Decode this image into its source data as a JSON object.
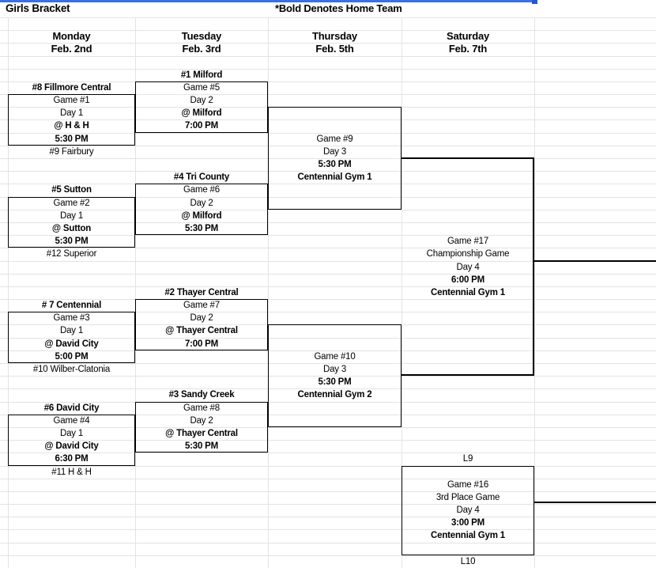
{
  "sheet": {
    "title": "Girls Bracket",
    "note": "*Bold Denotes Home Team"
  },
  "colors": {
    "page_break_blue": "#3e6de4",
    "gridline": "#e3e3e3",
    "bracket_border": "#000000"
  },
  "columns": [
    {
      "day": "Monday",
      "date": "Feb. 2nd"
    },
    {
      "day": "Tuesday",
      "date": "Feb. 3rd"
    },
    {
      "day": "Thursday",
      "date": "Feb. 5th"
    },
    {
      "day": "Saturday",
      "date": "Feb. 7th"
    }
  ],
  "cells": [
    {
      "c": 1,
      "r": 7,
      "t": "#8 Fillmore Central",
      "b": true
    },
    {
      "c": 1,
      "r": 8,
      "t": "Game #1",
      "b": false
    },
    {
      "c": 1,
      "r": 9,
      "t": "Day 1",
      "b": false
    },
    {
      "c": 1,
      "r": 10,
      "t": "@ H & H",
      "b": true
    },
    {
      "c": 1,
      "r": 11,
      "t": "5:30 PM",
      "b": true
    },
    {
      "c": 1,
      "r": 12,
      "t": "#9 Fairbury",
      "b": false
    },
    {
      "c": 1,
      "r": 15,
      "t": "#5 Sutton",
      "b": true
    },
    {
      "c": 1,
      "r": 16,
      "t": "Game #2",
      "b": false
    },
    {
      "c": 1,
      "r": 17,
      "t": "Day 1",
      "b": false
    },
    {
      "c": 1,
      "r": 18,
      "t": "@ Sutton",
      "b": true
    },
    {
      "c": 1,
      "r": 19,
      "t": "5:30 PM",
      "b": true
    },
    {
      "c": 1,
      "r": 20,
      "t": "#12 Superior",
      "b": false
    },
    {
      "c": 1,
      "r": 24,
      "t": "# 7 Centennial",
      "b": true
    },
    {
      "c": 1,
      "r": 25,
      "t": "Game #3",
      "b": false
    },
    {
      "c": 1,
      "r": 26,
      "t": "Day 1",
      "b": false
    },
    {
      "c": 1,
      "r": 27,
      "t": "@ David City",
      "b": true
    },
    {
      "c": 1,
      "r": 28,
      "t": "5:00 PM",
      "b": true
    },
    {
      "c": 1,
      "r": 29,
      "t": "#10 Wilber-Clatonia",
      "b": false
    },
    {
      "c": 1,
      "r": 32,
      "t": "#6 David City",
      "b": true
    },
    {
      "c": 1,
      "r": 33,
      "t": "Game #4",
      "b": false
    },
    {
      "c": 1,
      "r": 34,
      "t": "Day 1",
      "b": false
    },
    {
      "c": 1,
      "r": 35,
      "t": "@ David City",
      "b": true
    },
    {
      "c": 1,
      "r": 36,
      "t": "6:30 PM",
      "b": true
    },
    {
      "c": 1,
      "r": 37,
      "t": "#11 H & H",
      "b": false
    },
    {
      "c": 2,
      "r": 6,
      "t": "#1 Milford",
      "b": true
    },
    {
      "c": 2,
      "r": 7,
      "t": "Game #5",
      "b": false
    },
    {
      "c": 2,
      "r": 8,
      "t": "Day 2",
      "b": false
    },
    {
      "c": 2,
      "r": 9,
      "t": "@ Milford",
      "b": true
    },
    {
      "c": 2,
      "r": 10,
      "t": "7:00 PM",
      "b": true
    },
    {
      "c": 2,
      "r": 14,
      "t": "#4 Tri County",
      "b": true
    },
    {
      "c": 2,
      "r": 15,
      "t": "Game #6",
      "b": false
    },
    {
      "c": 2,
      "r": 16,
      "t": "Day 2",
      "b": false
    },
    {
      "c": 2,
      "r": 17,
      "t": "@ Milford",
      "b": true
    },
    {
      "c": 2,
      "r": 18,
      "t": "5:30 PM",
      "b": true
    },
    {
      "c": 2,
      "r": 23,
      "t": "#2 Thayer Central",
      "b": true
    },
    {
      "c": 2,
      "r": 24,
      "t": "Game #7",
      "b": false
    },
    {
      "c": 2,
      "r": 25,
      "t": "Day 2",
      "b": false
    },
    {
      "c": 2,
      "r": 26,
      "t": "@ Thayer Central",
      "b": true
    },
    {
      "c": 2,
      "r": 27,
      "t": "7:00 PM",
      "b": true
    },
    {
      "c": 2,
      "r": 31,
      "t": "#3 Sandy Creek",
      "b": true
    },
    {
      "c": 2,
      "r": 32,
      "t": "Game #8",
      "b": false
    },
    {
      "c": 2,
      "r": 33,
      "t": "Day 2",
      "b": false
    },
    {
      "c": 2,
      "r": 34,
      "t": "@ Thayer Central",
      "b": true
    },
    {
      "c": 2,
      "r": 35,
      "t": "5:30 PM",
      "b": true
    },
    {
      "c": 3,
      "r": 11,
      "t": "Game #9",
      "b": false
    },
    {
      "c": 3,
      "r": 12,
      "t": "Day 3",
      "b": false
    },
    {
      "c": 3,
      "r": 13,
      "t": "5:30 PM",
      "b": true
    },
    {
      "c": 3,
      "r": 14,
      "t": "Centennial Gym 1",
      "b": true
    },
    {
      "c": 3,
      "r": 28,
      "t": "Game #10",
      "b": false
    },
    {
      "c": 3,
      "r": 29,
      "t": "Day 3",
      "b": false
    },
    {
      "c": 3,
      "r": 30,
      "t": "5:30 PM",
      "b": true
    },
    {
      "c": 3,
      "r": 31,
      "t": "Centennial Gym 2",
      "b": true
    },
    {
      "c": 4,
      "r": 19,
      "t": "Game #17",
      "b": false
    },
    {
      "c": 4,
      "r": 20,
      "t": "Championship Game",
      "b": false
    },
    {
      "c": 4,
      "r": 21,
      "t": "Day 4",
      "b": false
    },
    {
      "c": 4,
      "r": 22,
      "t": "6:00 PM",
      "b": true
    },
    {
      "c": 4,
      "r": 23,
      "t": "Centennial Gym 1",
      "b": true
    },
    {
      "c": 4,
      "r": 36,
      "t": "L9",
      "b": false
    },
    {
      "c": 4,
      "r": 38,
      "t": "Game #16",
      "b": false
    },
    {
      "c": 4,
      "r": 39,
      "t": "3rd Place Game",
      "b": false
    },
    {
      "c": 4,
      "r": 40,
      "t": "Day 4",
      "b": false
    },
    {
      "c": 4,
      "r": 41,
      "t": "3:00 PM",
      "b": true
    },
    {
      "c": 4,
      "r": 42,
      "t": "Centennial Gym 1",
      "b": true
    },
    {
      "c": 4,
      "r": 44,
      "t": "L10",
      "b": false
    }
  ]
}
